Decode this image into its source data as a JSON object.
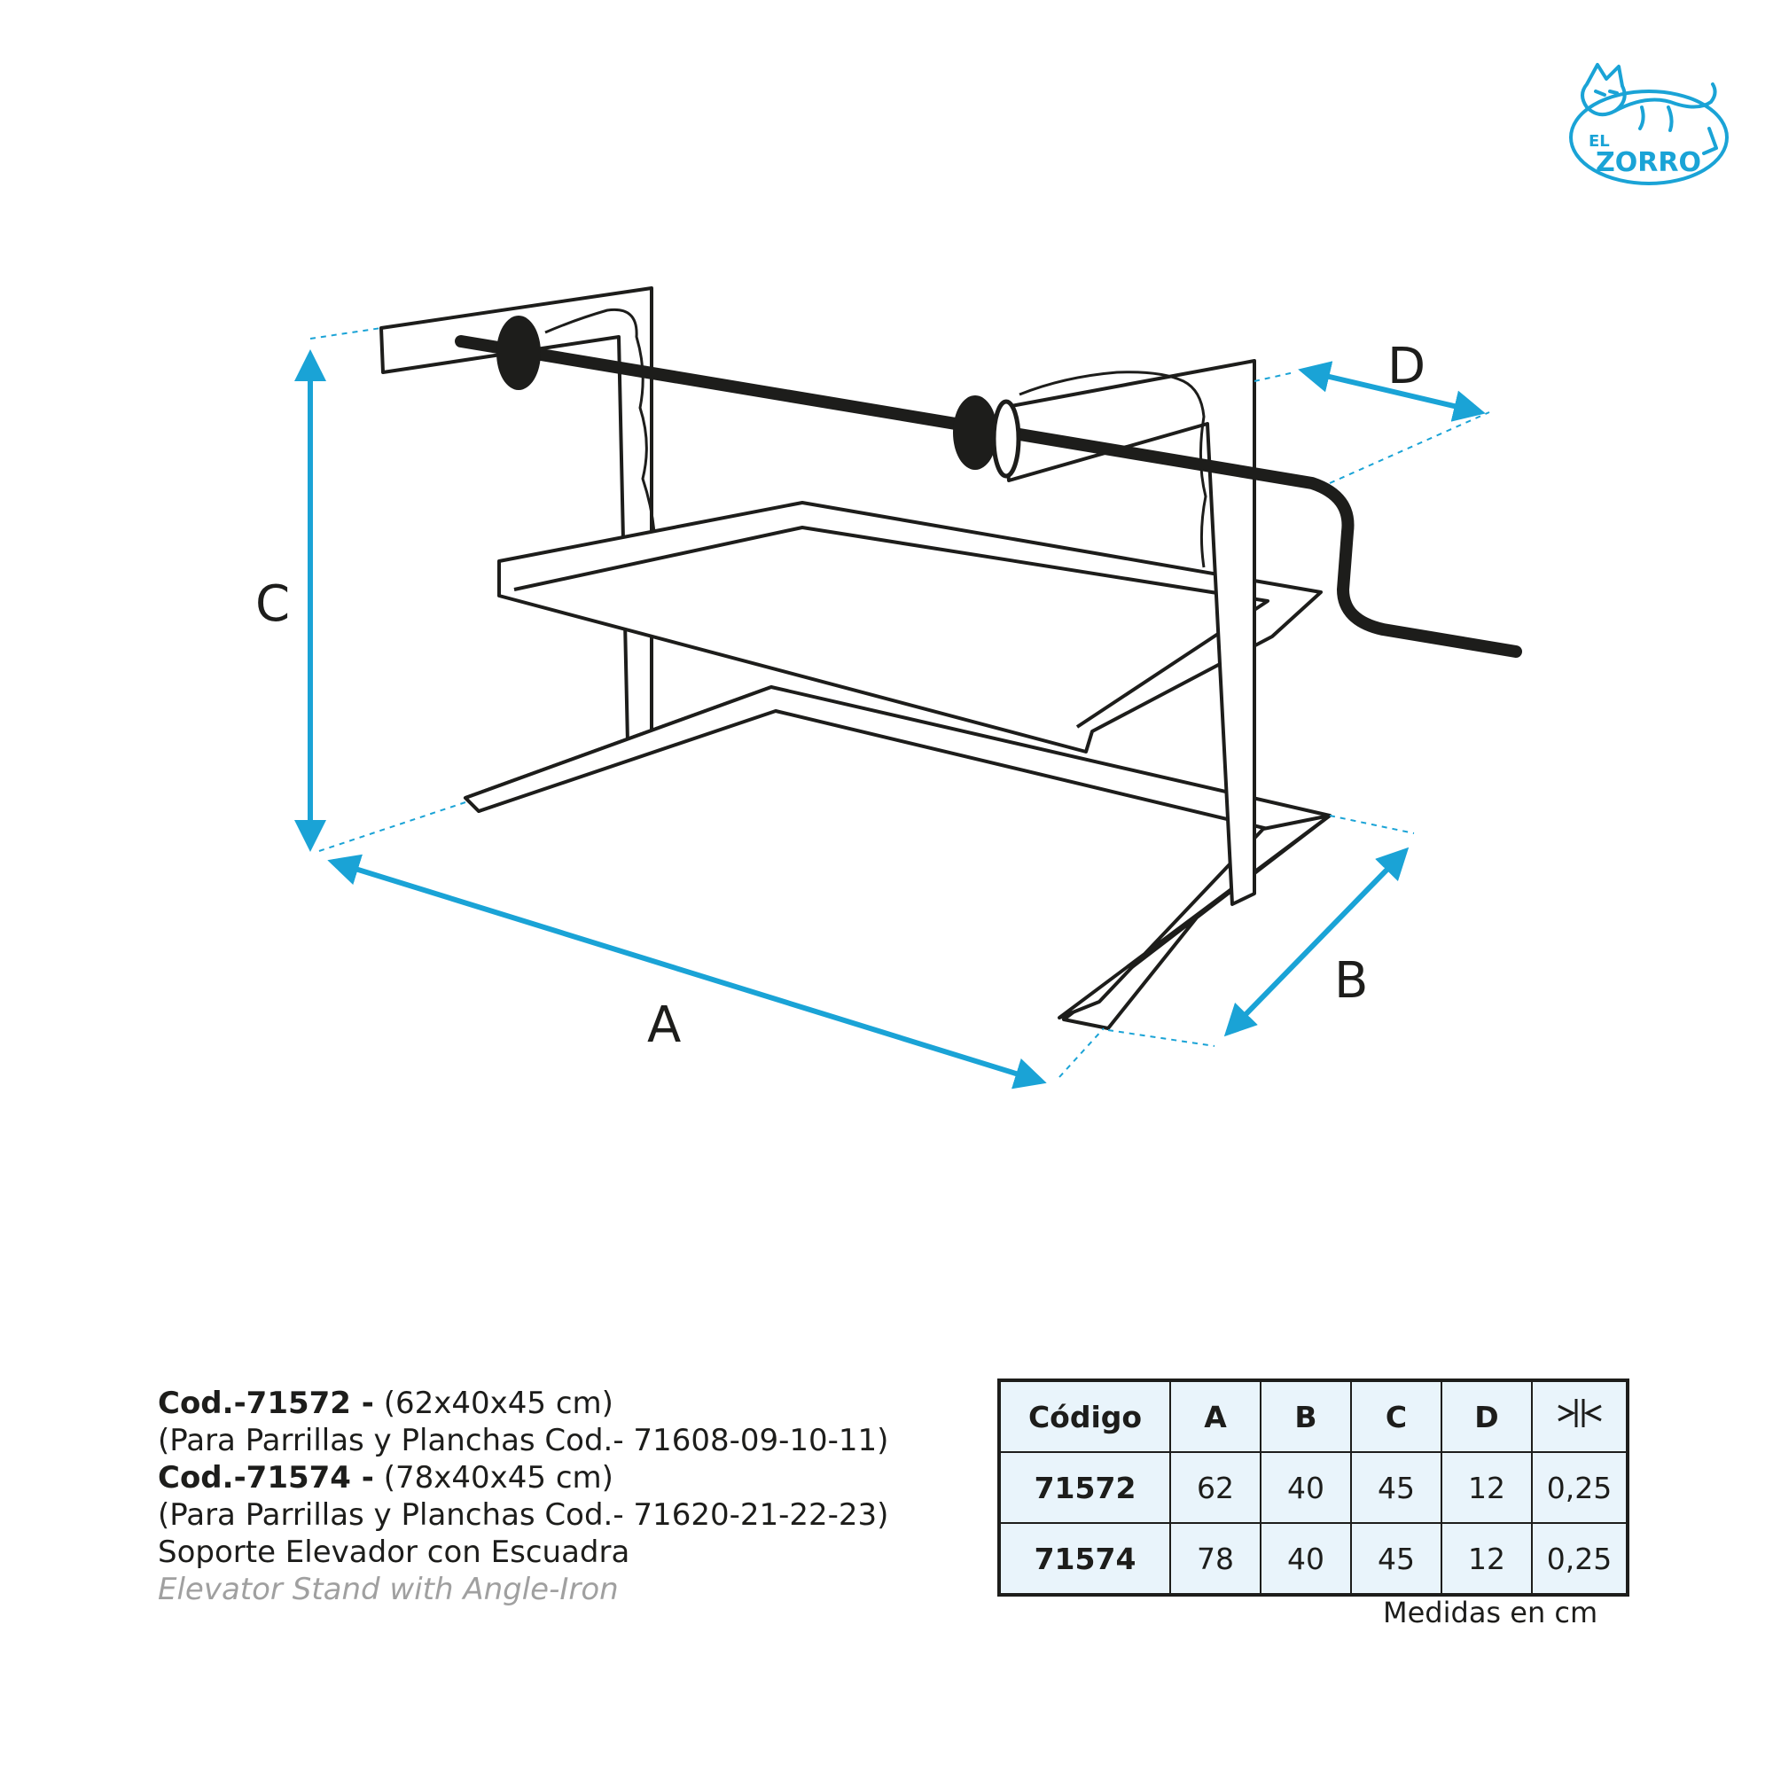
{
  "brand": {
    "name": "EL ZORRO",
    "logo_icon": "fox-logo-icon",
    "color": "#1aa3d6"
  },
  "diagram": {
    "accent_color": "#1aa3d6",
    "labels": {
      "a": "A",
      "b": "B",
      "c": "C",
      "d": "D"
    }
  },
  "description": {
    "lines": [
      {
        "bold": "Cod.-71572 -",
        "text": " (62x40x45 cm)"
      },
      {
        "bold": "",
        "text": "(Para Parrillas y Planchas Cod.- 71608-09-10-11)"
      },
      {
        "bold": "Cod.-71574 -",
        "text": " (78x40x45 cm)"
      },
      {
        "bold": "",
        "text": "(Para Parrillas y Planchas Cod.- 71620-21-22-23)"
      },
      {
        "bold": "",
        "text": "Soporte Elevador con Escuadra"
      }
    ],
    "english": "Elevator Stand with Angle-Iron"
  },
  "table": {
    "headers": [
      "Código",
      "A",
      "B",
      "C",
      "D"
    ],
    "thickness_icon": "thickness-icon",
    "rows": [
      [
        "71572",
        "62",
        "40",
        "45",
        "12",
        "0,25"
      ],
      [
        "71574",
        "78",
        "40",
        "45",
        "12",
        "0,25"
      ]
    ],
    "units": "Medidas en cm"
  }
}
